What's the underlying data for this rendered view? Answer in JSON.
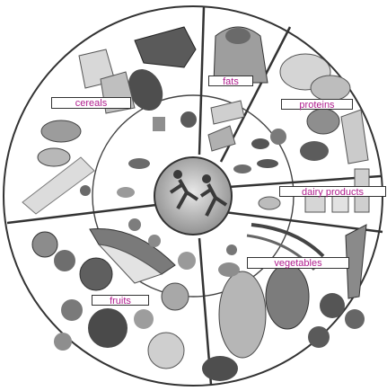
{
  "labels": {
    "cereals": "cereals",
    "fats": "fats",
    "proteins": "proteins",
    "dairy": "dairy products",
    "vegetables": "vegetables",
    "fruits": "fruits"
  },
  "colors": {
    "label_text": "#b01e8e",
    "outline": "#333333",
    "ground": "#ffffff",
    "food_dark": "#6e6e6e",
    "food_light": "#c9c9c9"
  }
}
